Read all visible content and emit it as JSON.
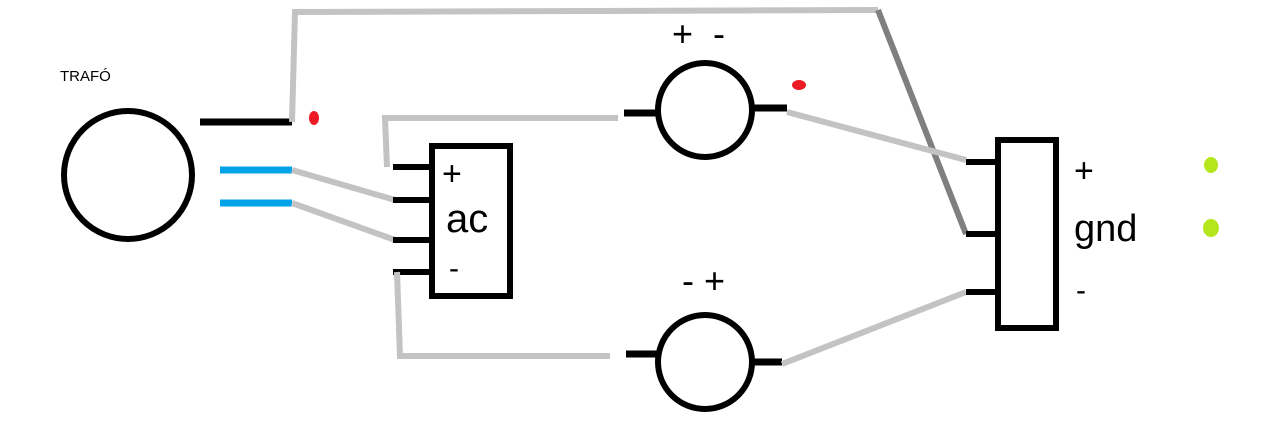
{
  "labels": {
    "transformer": "TRAFÓ",
    "bridge_plus": "+",
    "bridge_ac": "ac",
    "bridge_minus": "-",
    "cap_top_polarity": "+  -",
    "cap_bottom_polarity": "- +",
    "out_plus": "+",
    "out_gnd": "gnd",
    "out_minus": "-"
  },
  "colors": {
    "wire_black": "#000000",
    "wire_gray": "#c3c3c3",
    "wire_dark_gray": "#7f7f7f",
    "wire_blue": "#00a2e8",
    "dot_red": "#ed1c24",
    "dot_green": "#b5e61d"
  }
}
